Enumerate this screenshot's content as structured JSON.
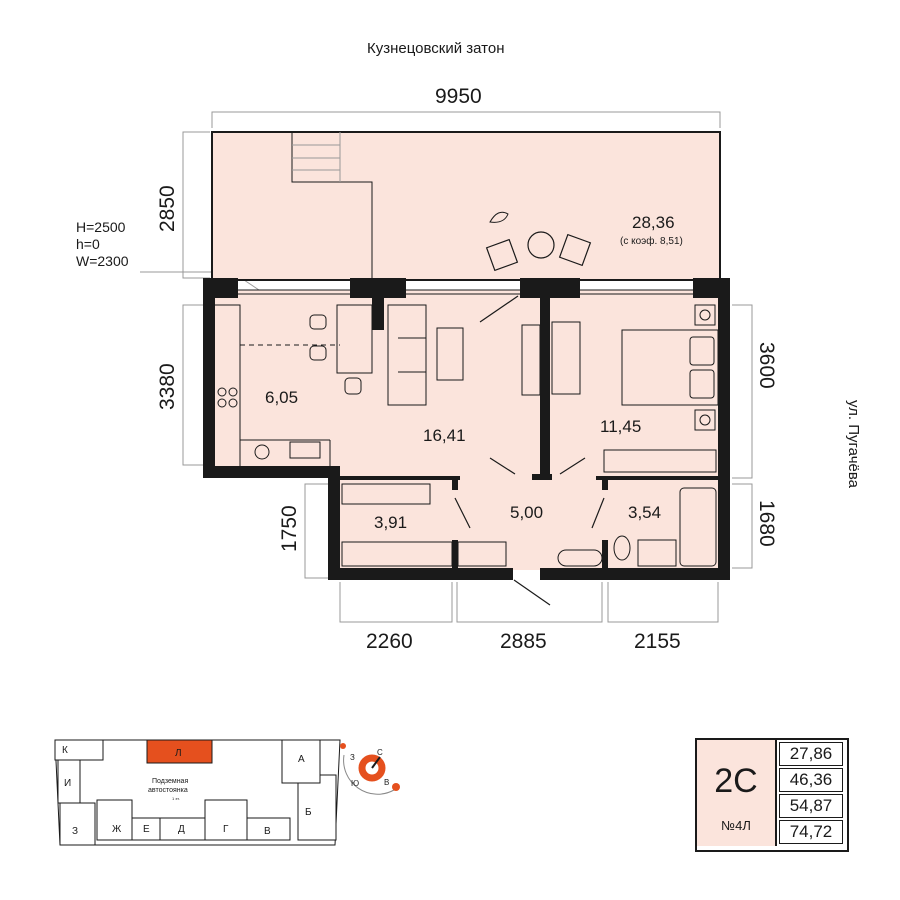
{
  "header": {
    "street_top": "Кузнецовский затон",
    "street_right": "ул. Пугачёва"
  },
  "dimensions": {
    "top": "9950",
    "left_balcony": "2850",
    "left_kitchen": "3380",
    "left_storage": "1750",
    "right_bedroom": "3600",
    "right_bath": "1680",
    "bottom_1": "2260",
    "bottom_2": "2885",
    "bottom_3": "2155"
  },
  "window_spec": {
    "H": "H=2500",
    "h": "h=0",
    "W": "W=2300"
  },
  "rooms": {
    "terrace": {
      "area": "28,36",
      "note": "(с коэф. 8,51)"
    },
    "kitchen": {
      "area": "6,05"
    },
    "living": {
      "area": "16,41"
    },
    "bedroom": {
      "area": "11,45"
    },
    "storage": {
      "area": "3,91"
    },
    "hall": {
      "area": "5,00"
    },
    "bath": {
      "area": "3,54"
    }
  },
  "keyplan": {
    "sections": [
      "К",
      "Л",
      "И",
      "З",
      "Ж",
      "Е",
      "Д",
      "Г",
      "В",
      "Б",
      "А"
    ],
    "parking_line1": "Подземная",
    "parking_line2": "автостоянка",
    "parking_level": "1 эт.",
    "highlight_color": "#e5501e"
  },
  "compass": {
    "n": "С",
    "w": "З",
    "s": "Ю",
    "e": "В"
  },
  "info": {
    "type": "2С",
    "number": "№4Л",
    "areas": [
      "27,86",
      "46,36",
      "54,87",
      "74,72"
    ]
  },
  "colors": {
    "floor": "#fbe4dc",
    "accent": "#e5501e",
    "wall": "#1a1a1a"
  }
}
